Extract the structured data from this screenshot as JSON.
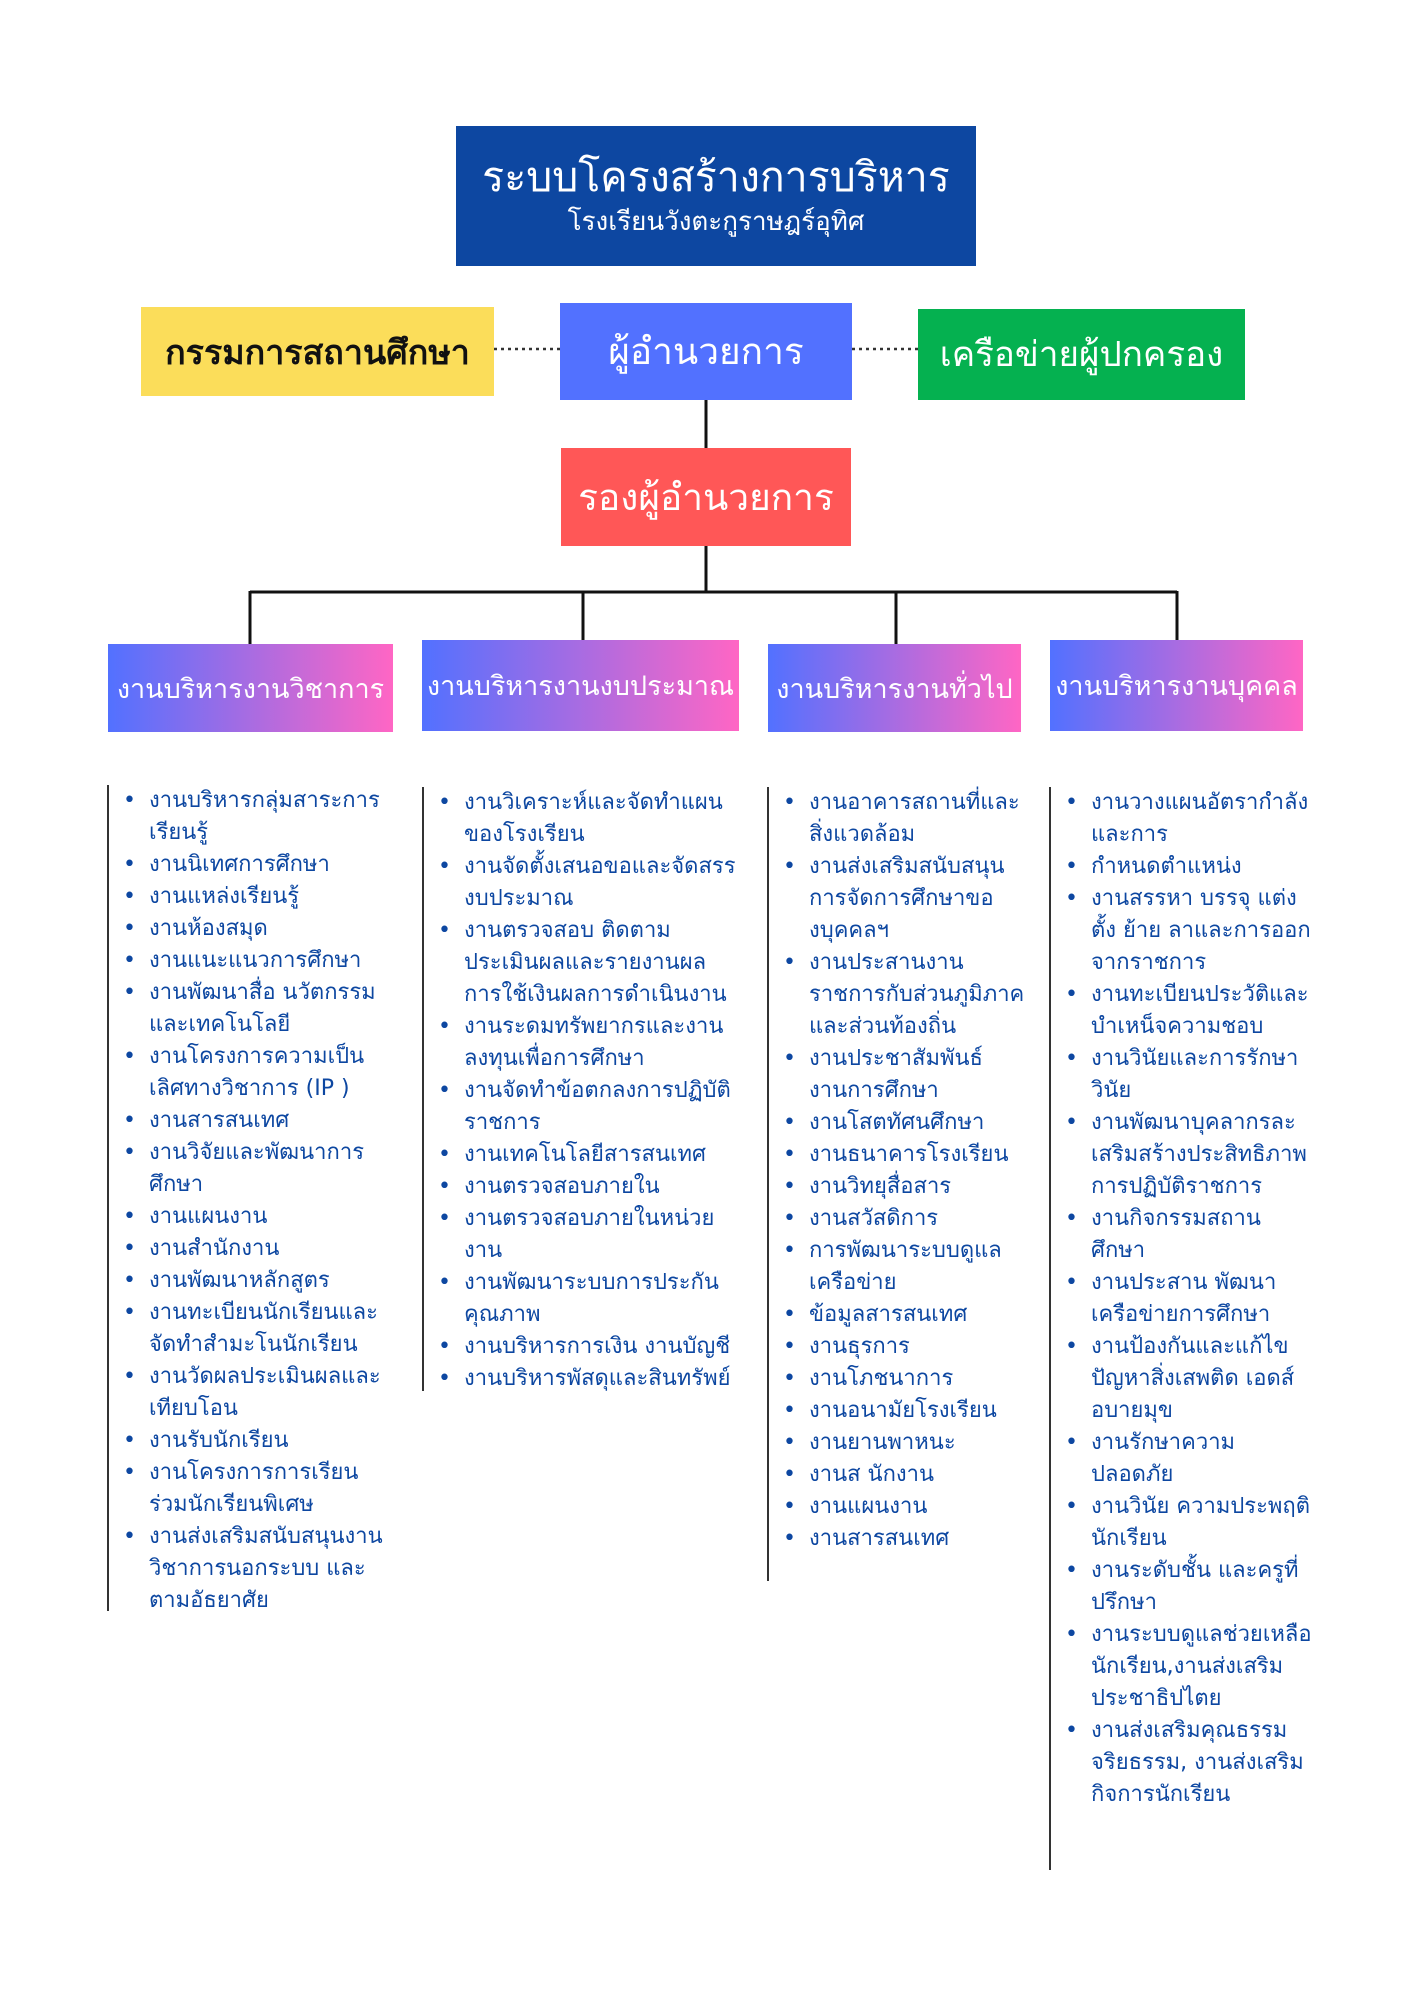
{
  "header": {
    "title": "ระบบโครงสร้างการบริหาร",
    "subtitle": "โรงเรียนวังตะกูราษฎร์อุทิศ"
  },
  "top_row": {
    "committee": "กรรมการสถานศึกษา",
    "director": "ผู้อำนวยการ",
    "parent_network": "เครือข่ายผู้ปกครอง"
  },
  "deputy": "รองผู้อำนวยการ",
  "departments": [
    {
      "name": "งานบริหารงานวิชาการ",
      "items": [
        "งานบริหารกลุ่มสาระการเรียนรู้",
        "งานนิเทศการศึกษา",
        "งานแหล่งเรียนรู้",
        "งานห้องสมุด",
        "งานแนะแนวการศึกษา",
        "งานพัฒนาสื่อ นวัตกรรม และเทคโนโลยี",
        "งานโครงการความเป็นเลิศทางวิชาการ (IP )",
        "งานสารสนเทศ",
        "งานวิจัยและพัฒนาการศึกษา",
        "งานแผนงาน",
        "งานสำนักงาน",
        "งานพัฒนาหลักสูตร",
        "งานทะเบียนนักเรียนและจัดทำสำมะโนนักเรียน",
        "งานวัดผลประเมินผลและเทียบโอน",
        "งานรับนักเรียน",
        "งานโครงการการเรียนร่วมนักเรียนพิเศษ",
        "งานส่งเสริมสนับสนุนงานวิชาการนอกระบบ และตามอัธยาศัย"
      ]
    },
    {
      "name": "งานบริหารงานงบประมาณ",
      "items": [
        "งานวิเคราะห์และจัดทำแผนของโรงเรียน",
        "งานจัดตั้งเสนอขอและจัดสรรงบประมาณ",
        "งานตรวจสอบ ติดตาม ประเมินผลและรายงานผลการใช้เงินผลการดำเนินงาน",
        "งานระดมทรัพยากรและงานลงทุนเพื่อการศึกษา",
        "งานจัดทำข้อตกลงการปฏิบัติราชการ",
        "งานเทคโนโลยีสารสนเทศ",
        "งานตรวจสอบภายใน",
        "งานตรวจสอบภายในหน่วยงาน",
        "งานพัฒนาระบบการประกันคุณภาพ",
        "งานบริหารการเงิน งานบัญชี",
        "งานบริหารพัสดุและสินทรัพย์"
      ]
    },
    {
      "name": "งานบริหารงานทั่วไป",
      "items": [
        "งานอาคารสถานที่และสิ่งแวดล้อม",
        "งานส่งเสริมสนับสนุนการจัดการศึกษาของบุคคลฯ",
        "งานประสานงานราชการกับส่วนภูมิภาคและส่วนท้องถิ่น",
        "งานประชาสัมพันธ์งานการศึกษา",
        "งานโสตทัศนศึกษา",
        "งานธนาคารโรงเรียน",
        "งานวิทยุสื่อสาร",
        "งานสวัสดิการ",
        "การพัฒนาระบบดูแลเครือข่าย",
        "ข้อมูลสารสนเทศ",
        "งานธุรการ",
        "งานโภชนาการ",
        "งานอนามัยโรงเรียน",
        "งานยานพาหนะ",
        "งานส นักงาน",
        "งานแผนงาน",
        "งานสารสนเทศ"
      ]
    },
    {
      "name": "งานบริหารงานบุคคล",
      "items": [
        "งานวางแผนอัตรากำลังและการ",
        "กำหนดตำแหน่ง",
        "งานสรรหา บรรจุ แต่งตั้ง ย้าย ลาและการออกจากราชการ",
        "งานทะเบียนประวัติและบำเหน็จความชอบ",
        "งานวินัยและการรักษาวินัย",
        "งานพัฒนาบุคลากรละเสริมสร้างประสิทธิภาพการปฏิบัติราชการ",
        "งานกิจกรรมสถานศึกษา",
        "งานประสาน พัฒนาเครือข่ายการศึกษา",
        "งานป้องกันและแก้ไขปัญหาสิ่งเสพติด เอดส์ อบายมุข",
        "งานรักษาความปลอดภัย",
        "งานวินัย ความประพฤตินักเรียน",
        "งานระดับชั้น และครูที่ปรึกษา",
        "งานระบบดูแลช่วยเหลือนักเรียน,งานส่งเสริมประชาธิปไตย",
        "งานส่งเสริมคุณธรรมจริยธรรม, งานส่งเสริมกิจการนักเรียน"
      ]
    }
  ]
}
